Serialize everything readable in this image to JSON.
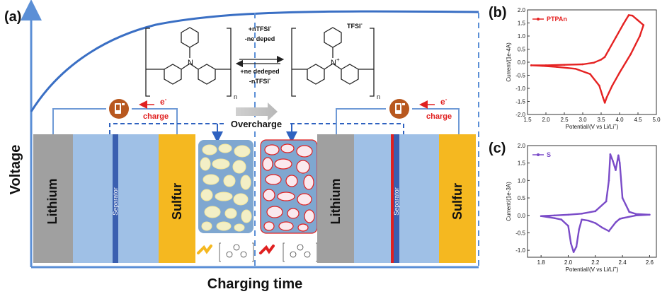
{
  "main_panel": {
    "label": "(a)",
    "y_axis_label": "Voltage",
    "x_axis_label": "Charging time",
    "overcharge_label": "Overcharge",
    "left_cell": {
      "anode": "Lithium",
      "separator": "Separator",
      "cathode": "Sulfur",
      "electron": "e",
      "electron_sup": "-",
      "charge": "charge"
    },
    "right_cell": {
      "anode": "Lithium",
      "separator": "Separator",
      "cathode": "Sulfur",
      "electron": "e",
      "electron_sup": "-",
      "charge": "charge"
    },
    "reaction": {
      "line1": "+nTFSI",
      "line1_sup": "-",
      "line2": "-ne deped",
      "line3": "+ne dedeped",
      "line4": "-nTFSI",
      "line4_sup": "-",
      "subscript_n_left": "n",
      "subscript_n_right": "n",
      "counter_ion": "TFSI",
      "counter_ion_sup": "-",
      "plus": "+"
    },
    "colors": {
      "voltage_curve": "#3a6fc4",
      "dashed_line": "#5b8fd6",
      "lithium": "#a0a0a0",
      "electrolyte": "#9fc0e6",
      "separator": "#3a5fb0",
      "sulfur": "#f5b820",
      "red_accent": "#e02020"
    }
  },
  "chart_data": [
    {
      "panel": "(b)",
      "type": "line",
      "legend": "PTPAn",
      "xlabel": "Potential/(V vs Li/Li",
      "xlabel_sup": "+",
      "xlabel_end": ")",
      "ylabel": "Current/(1e-4A)",
      "xlim": [
        1.5,
        5.0
      ],
      "ylim": [
        -2.0,
        2.0
      ],
      "xticks": [
        "1.5",
        "2.0",
        "2.5",
        "3.0",
        "3.5",
        "4.0",
        "4.5",
        "5.0"
      ],
      "yticks": [
        "2.0",
        "1.5",
        "1.0",
        "0.5",
        "0.0",
        "-0.5",
        "-1.0",
        "-1.5",
        "-2.0"
      ],
      "color": "#e52222",
      "x": [
        1.6,
        2.0,
        2.5,
        3.0,
        3.3,
        3.5,
        3.6,
        3.7,
        3.9,
        4.1,
        4.25,
        4.35,
        4.5,
        4.65,
        4.55,
        4.3,
        4.0,
        3.8,
        3.65,
        3.6,
        3.55,
        3.45,
        3.2,
        2.8,
        2.3,
        1.9,
        1.6
      ],
      "y": [
        -0.12,
        -0.12,
        -0.1,
        -0.08,
        -0.02,
        0.1,
        0.2,
        0.45,
        0.95,
        1.45,
        1.8,
        1.78,
        1.6,
        1.42,
        1.0,
        0.3,
        -0.4,
        -0.9,
        -1.35,
        -1.55,
        -1.35,
        -0.9,
        -0.45,
        -0.25,
        -0.18,
        -0.14,
        -0.12
      ]
    },
    {
      "panel": "(c)",
      "type": "line",
      "legend": "S",
      "xlabel": "Potential/(V vs Li/Li",
      "xlabel_sup": "+",
      "xlabel_end": ")",
      "ylabel": "Current/(1e-3A)",
      "xlim": [
        1.7,
        2.65
      ],
      "ylim": [
        -1.2,
        2.0
      ],
      "xticks": [
        "1.8",
        "2.0",
        "2.2",
        "2.4",
        "2.6"
      ],
      "yticks": [
        "2.0",
        "1.5",
        "1.0",
        "0.5",
        "0.0",
        "-0.5",
        "-1.0"
      ],
      "color": "#7a4bc8",
      "x": [
        1.8,
        1.9,
        2.0,
        2.1,
        2.2,
        2.28,
        2.3,
        2.31,
        2.33,
        2.35,
        2.37,
        2.38,
        2.4,
        2.45,
        2.5,
        2.6,
        2.5,
        2.4,
        2.38,
        2.35,
        2.3,
        2.25,
        2.2,
        2.15,
        2.1,
        2.08,
        2.06,
        2.04,
        2.02,
        2.0,
        1.95,
        1.9,
        1.8
      ],
      "y": [
        -0.02,
        0.0,
        0.02,
        0.05,
        0.12,
        0.4,
        1.0,
        1.75,
        1.55,
        1.3,
        1.72,
        1.5,
        0.5,
        0.1,
        0.04,
        0.02,
        0.0,
        -0.08,
        -0.1,
        -0.2,
        -0.45,
        -0.35,
        -0.22,
        -0.15,
        -0.12,
        -0.4,
        -0.9,
        -1.05,
        -0.8,
        -0.3,
        -0.12,
        -0.08,
        -0.02
      ]
    }
  ]
}
